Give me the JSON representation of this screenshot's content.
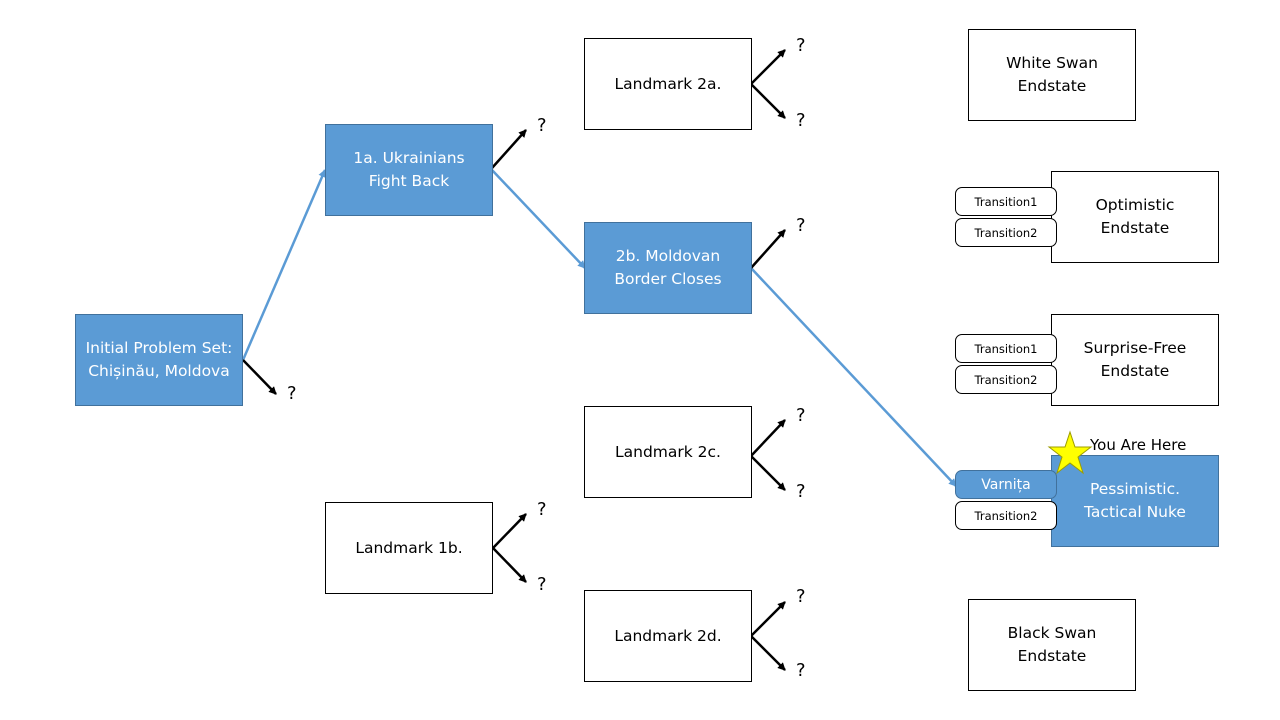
{
  "diagram": {
    "initial": "Initial Problem Set:\nChișinău, Moldova",
    "landmark_1a": "1a. Ukrainians\nFight Back",
    "landmark_1b": "Landmark 1b.",
    "landmark_2a": "Landmark 2a.",
    "landmark_2b": "2b. Moldovan\nBorder Closes",
    "landmark_2c": "Landmark 2c.",
    "landmark_2d": "Landmark 2d.",
    "endstate_white_swan": "White Swan\nEndstate",
    "endstate_optimistic": "Optimistic\nEndstate",
    "endstate_surprise_free": "Surprise-Free\nEndstate",
    "endstate_pessimistic": "Pessimistic.\nTactical Nuke",
    "endstate_black_swan": "Black Swan\nEndstate",
    "transition1": "Transition1",
    "transition2": "Transition2",
    "varnita": "Varnița",
    "unknown": "?",
    "you_are_here": "You Are Here",
    "colors": {
      "highlight_fill": "#5b9bd5",
      "highlight_border": "#41719c",
      "path_line": "#5b9bd5",
      "star": "#ffff00"
    }
  }
}
